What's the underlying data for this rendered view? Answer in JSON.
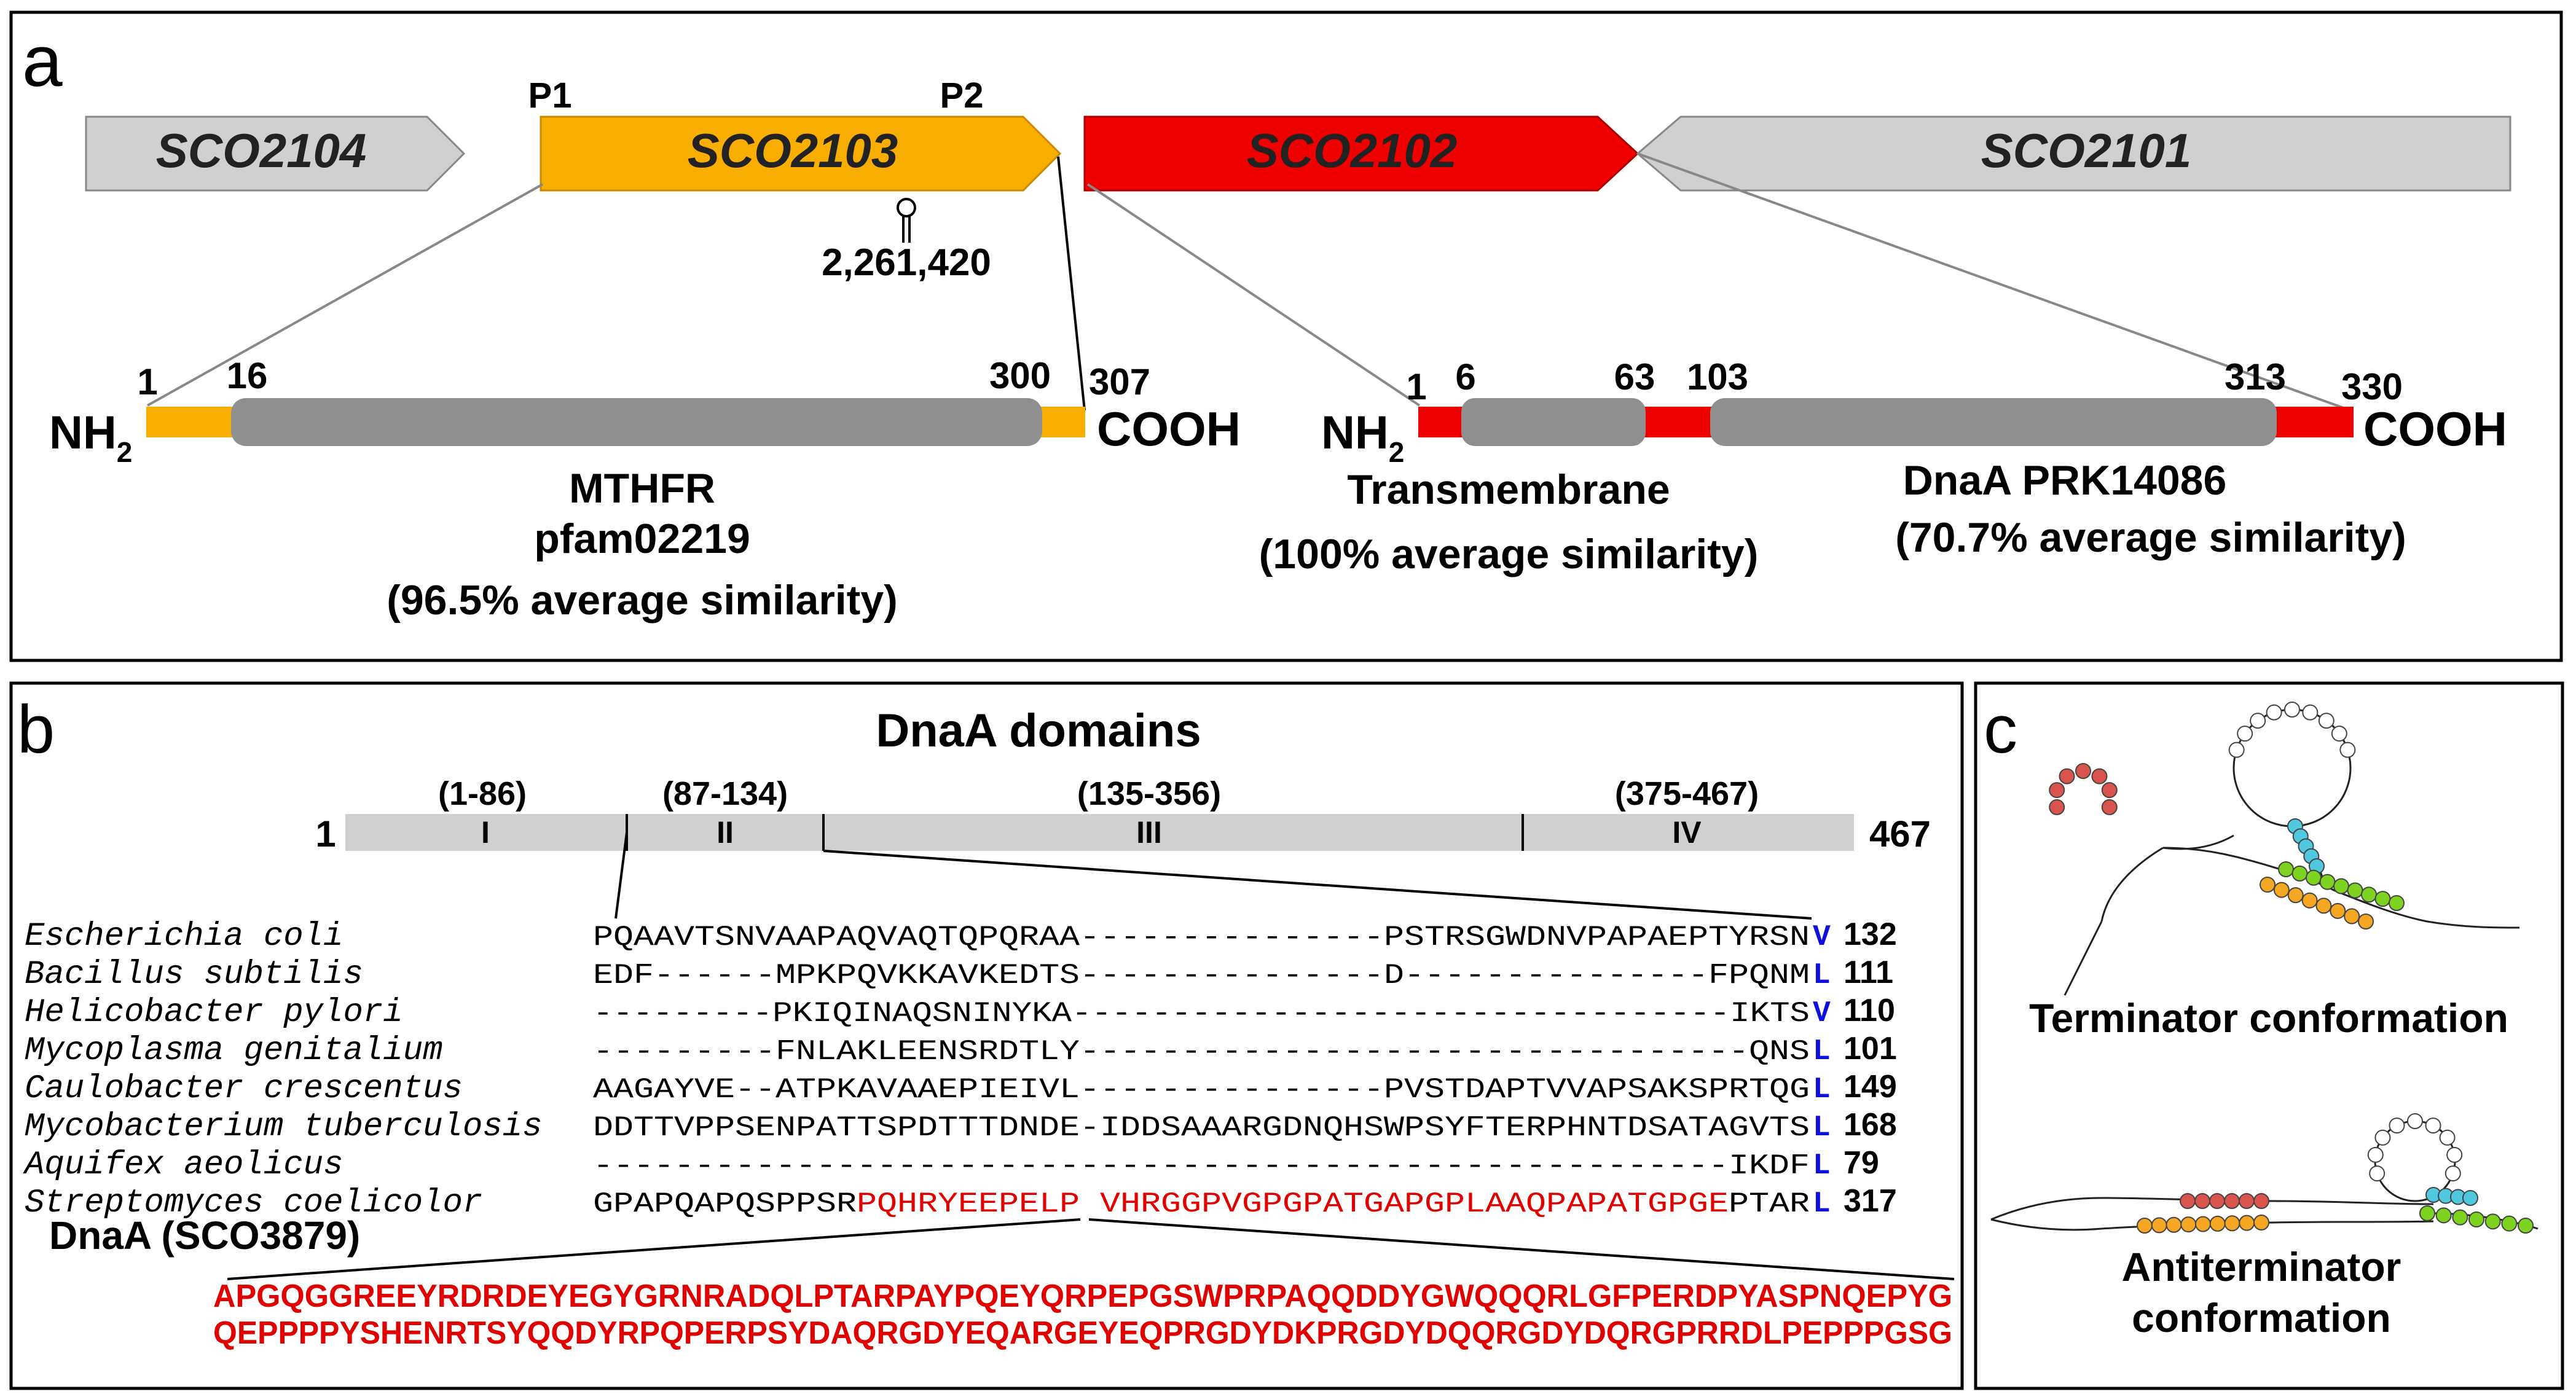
{
  "colors": {
    "orange": "#F8AE00",
    "red": "#EE0000",
    "gene_gray": "#D0D0D0",
    "domain_gray": "#8F8F8F",
    "dnaA_bar": "#D0D0D0",
    "insert_text": "#E00000",
    "conserved_blue": "#1010DD",
    "rna_red": "#D9534F",
    "rna_orange": "#F5A623",
    "rna_green": "#7ED321",
    "rna_cyan": "#50C8E0"
  },
  "panel_a": {
    "label": "a",
    "genes": [
      {
        "name": "SCO2104",
        "color": "gray",
        "direction": "right"
      },
      {
        "name": "SCO2103",
        "color": "orange",
        "direction": "right"
      },
      {
        "name": "SCO2102",
        "color": "red",
        "direction": "right"
      },
      {
        "name": "SCO2101",
        "color": "gray",
        "direction": "left"
      }
    ],
    "promoters": [
      "P1",
      "P2"
    ],
    "insertion_site": "2,261,420",
    "protein_left": {
      "n_term": "NH",
      "n_sub": "2",
      "c_term": "COOH",
      "positions": [
        "1",
        "16",
        "300",
        "307"
      ],
      "domain_label": "MTHFR",
      "domain_id": "pfam02219",
      "similarity": "(96.5% average similarity)"
    },
    "protein_right": {
      "n_term": "NH",
      "n_sub": "2",
      "c_term": "COOH",
      "positions": [
        "1",
        "6",
        "63",
        "103",
        "313",
        "330"
      ],
      "domain1_label": "Transmembrane",
      "domain1_similarity": "(100% average similarity)",
      "domain2_label": "DnaA PRK14086",
      "domain2_similarity": "(70.7% average similarity)"
    }
  },
  "panel_b": {
    "label": "b",
    "title": "DnaA domains",
    "start": "1",
    "end": "467",
    "domains": [
      {
        "range": "(1-86)",
        "numeral": "I"
      },
      {
        "range": "(87-134)",
        "numeral": "II"
      },
      {
        "range": "(135-356)",
        "numeral": "III"
      },
      {
        "range": "(375-467)",
        "numeral": "IV"
      }
    ],
    "alignment": [
      {
        "species": "Escherichia coli",
        "seq": "PQAAVTSNVAAPAQVAQTQPQRAA---------------PSTRSGWDNVPAPAEPTYRSN",
        "last": "V",
        "num": "132"
      },
      {
        "species": "Bacillus subtilis",
        "seq": "EDF------MPKPQVKKAVKEDTS---------------D---------------FPQNM",
        "last": "L",
        "num": "111"
      },
      {
        "species": "Helicobacter pylori",
        "seq": "---------PKIQINAQSNINYKA---------------------------------IKTS",
        "last": "V",
        "num": "110"
      },
      {
        "species": "Mycoplasma genitalium",
        "seq": "---------FNLAKLEENSRDTLY---------------------------------QNS",
        "last": "L",
        "num": "101"
      },
      {
        "species": "Caulobacter crescentus",
        "seq": "AAGAYVE--ATPKAVAAEPIEIVL---------------PVSTDAPTVVAPSAKSPRTQG",
        "last": "L",
        "num": "149"
      },
      {
        "species": "Mycobacterium tuberculosis",
        "seq": "DDTTVPPSENPATTSPDTTTDNDE-IDDSAAARGDNQHSWPSYFTERPHNTDSATAGVTS",
        "last": "L",
        "num": "168"
      },
      {
        "species": "Aquifex aeolicus",
        "seq": "--------------------------------------------------------IKDF",
        "last": "L",
        "num": "79"
      },
      {
        "species": "Streptomyces coelicolor",
        "seq_black1": "GPAPQAPQSPPSR",
        "seq_red1": "PQHRYEEPELP",
        "seq_red2": "VHRGGPVGPGPATGAPGPLAAQPAPATGPGE",
        "seq_black2": "PTAR",
        "last": "L",
        "num": "317"
      }
    ],
    "dnaA_label": "DnaA (SCO3879)",
    "insert_line1": "APGQGGREEYRDRDEYEGYGRNRADQLPTARPAYPQEYQRPEPGSWPRPAQQDDYGWQQQRLGFPERDPYASPNQEPYG",
    "insert_line2": "QEPPPPYSHENRTSYQQDYRPQPERPSYDAQRGDYEQARGEYEQPRGDYDKPRGDYDQQRGDYDQRGPRRDLPEPPPGSG"
  },
  "panel_c": {
    "label": "c",
    "caption_top": "Terminator conformation",
    "caption_bottom_1": "Antiterminator",
    "caption_bottom_2": "conformation"
  }
}
